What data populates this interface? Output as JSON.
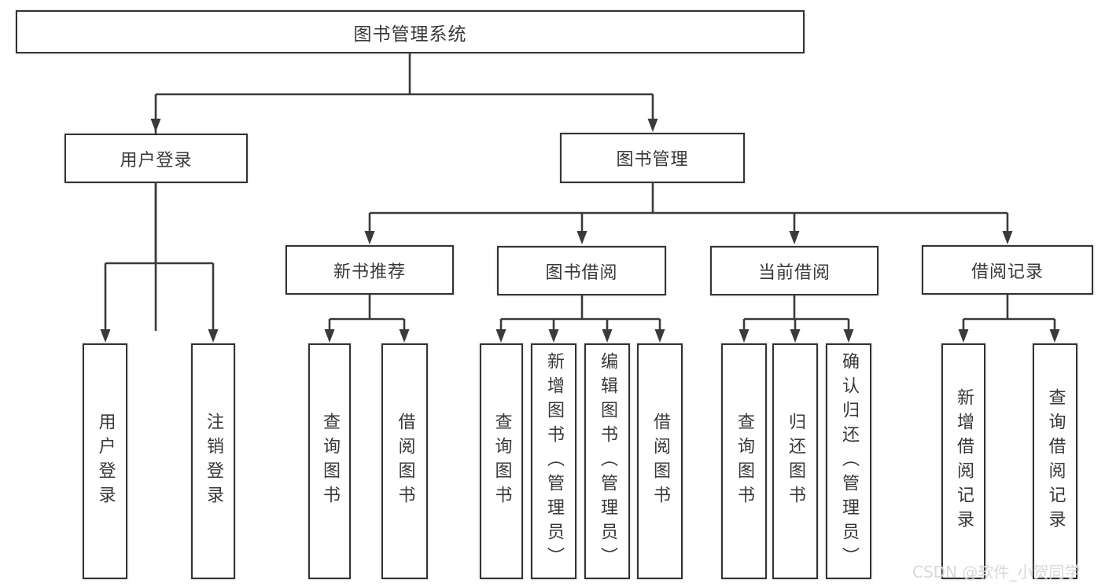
{
  "diagram": {
    "title": "图书管理系统",
    "colors": {
      "line": "#3a3a3a",
      "border": "#333333",
      "text": "#383838",
      "background": "#ffffff",
      "watermark": "#d6d6d6"
    },
    "root": {
      "label": "图书管理系统"
    },
    "level2": {
      "user_login": {
        "label": "用户登录"
      },
      "book_management": {
        "label": "图书管理"
      }
    },
    "level3": {
      "new_book_recommend": {
        "label": "新书推荐"
      },
      "book_borrow": {
        "label": "图书借阅"
      },
      "current_borrow": {
        "label": "当前借阅"
      },
      "borrow_record": {
        "label": "借阅记录"
      }
    },
    "leaves": {
      "user_login": {
        "label": "用户登录"
      },
      "logout": {
        "label": "注销登录"
      },
      "recommend_query_book": {
        "label": "查询图书"
      },
      "recommend_borrow_book": {
        "label": "借阅图书"
      },
      "borrow_query_book": {
        "label": "查询图书"
      },
      "borrow_add_book": {
        "label": "新增图书（管理员）"
      },
      "borrow_edit_book": {
        "label": "编辑图书（管理员）"
      },
      "borrow_borrow_book": {
        "label": "借阅图书"
      },
      "current_query_book": {
        "label": "查询图书"
      },
      "current_return_book": {
        "label": "归还图书"
      },
      "current_confirm_return": {
        "label": "确认归还（管理员）"
      },
      "record_add": {
        "label": "新增借阅记录"
      },
      "record_query": {
        "label": "查询借阅记录"
      }
    },
    "watermark": "CSDN @软件_小贺同学"
  }
}
